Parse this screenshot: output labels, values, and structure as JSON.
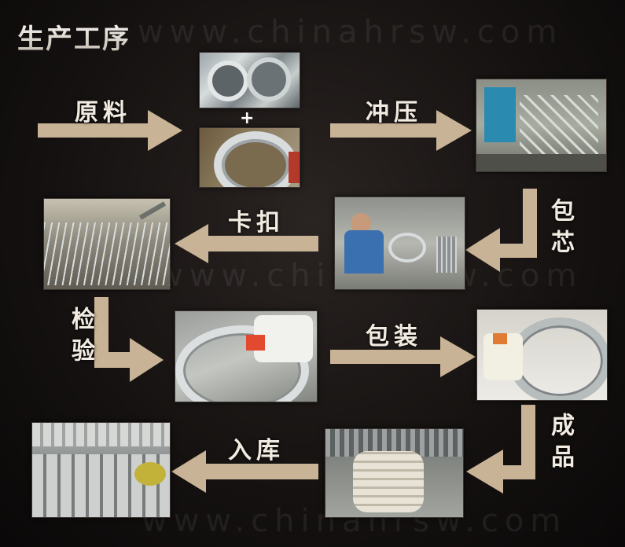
{
  "title": "生产工序",
  "watermark": "www.chinahrsw.com",
  "arrow_color": "#c9b396",
  "steps": [
    {
      "label": "原料"
    },
    {
      "label": "冲压"
    },
    {
      "label": "包芯"
    },
    {
      "label": "卡扣"
    },
    {
      "label": "检验"
    },
    {
      "label": "包装"
    },
    {
      "label": "成品"
    },
    {
      "label": "入库"
    }
  ],
  "plus_sign": "+"
}
